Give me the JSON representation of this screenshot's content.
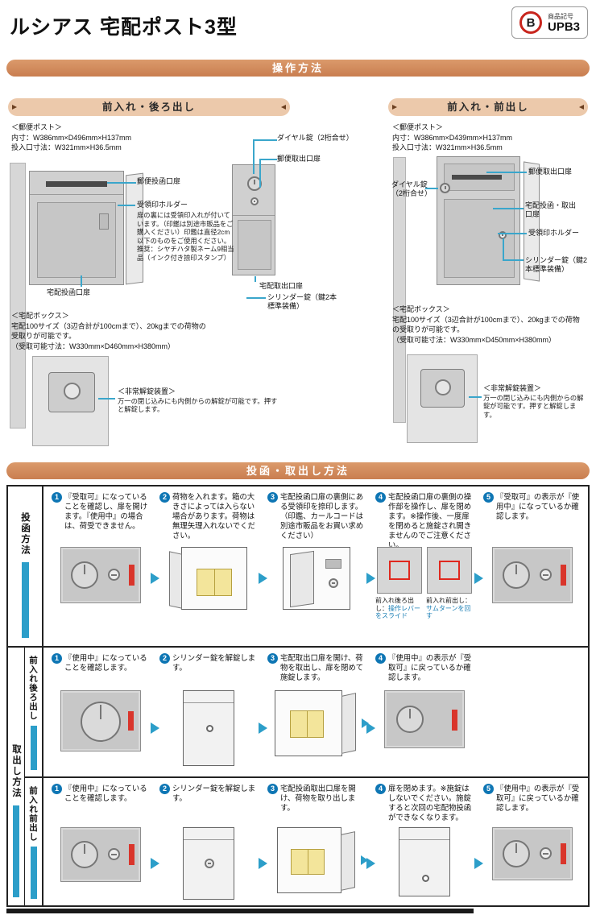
{
  "colors": {
    "accent_orange": "#CE8655",
    "header_peach": "#ECC9AB",
    "accent_blue": "#2C9EC9",
    "number_blue": "#0E76B4",
    "status_red": "#D9352B",
    "package_yellow": "#F3E59B",
    "logo_red": "#C8251D"
  },
  "header": {
    "title": "ルシアス 宅配ポスト3型",
    "badge_label": "商品記号",
    "badge_code": "UPB3",
    "badge_logo": "B"
  },
  "bars": {
    "operation": "操作方法",
    "usage": "投函・取出し方法"
  },
  "left": {
    "title": "前入れ・後ろ出し",
    "post_title": "＜郵便ポスト＞",
    "post_inner": "内寸：W386mm×D496mm×H137mm",
    "post_slot": "投入口寸法：W321mm×H36.5mm",
    "lbl_dial": "ダイヤル錠（2桁合せ）",
    "lbl_mail_out": "郵便取出口扉",
    "lbl_mail_in": "郵便投函口扉",
    "lbl_stamp": "受領印ホルダー",
    "stamp_note": "扉の裏には受領印入れが付いています。（印鑑は別途市販品をご購入ください）印鑑は直径2cm以下のものをご使用ください。推奨：シヤチハタ製ネーム9相当品（インク付き捺印スタンプ）",
    "lbl_delivery_in": "宅配投函口扉",
    "lbl_delivery_out": "宅配取出口扉",
    "lbl_cylinder": "シリンダー錠（鍵2本標準装備）",
    "box_title": "＜宅配ボックス＞",
    "box_text": "宅配100サイズ（3辺合計が100cmまで）、20kgまでの荷物の受取りが可能です。",
    "box_dims": "（受取可能寸法：W330mm×D460mm×H380mm）",
    "emg_title": "＜非常解錠装置＞",
    "emg_text": "万一の閉じ込みにも内側からの解錠が可能です。押すと解錠します。"
  },
  "right": {
    "title": "前入れ・前出し",
    "post_title": "＜郵便ポスト＞",
    "post_inner": "内寸：W386mm×D439mm×H137mm",
    "post_slot": "投入口寸法：W321mm×H36.5mm",
    "lbl_dial": "ダイヤル錠（2桁合せ）",
    "lbl_mail_out": "郵便取出口扉",
    "lbl_delivery": "宅配投函・取出口扉",
    "lbl_stamp": "受領印ホルダー",
    "lbl_cylinder": "シリンダー錠（鍵2本標準装備）",
    "box_title": "＜宅配ボックス＞",
    "box_text": "宅配100サイズ（3辺合計が100cmまで）、20kgまでの荷物の受取りが可能です。",
    "box_dims": "（受取可能寸法：W330mm×D450mm×H380mm）",
    "emg_title": "＜非常解錠装置＞",
    "emg_text": "万一の閉じ込みにも内側からの解錠が可能です。押すと解錠します。"
  },
  "table": {
    "nums": [
      "1",
      "2",
      "3",
      "4",
      "5"
    ],
    "side_post": "投函方法",
    "side_out": "取出し方法",
    "side_rear": "前入れ後ろ出し",
    "side_front": "前入れ前出し",
    "row1": {
      "s1": "『受取可』になっていることを確認し、扉を開けます。『使用中』の場合は、荷受できません。",
      "s2": "荷物を入れます。箱の大きさによっては入らない場合があります。荷物は無理矢理入れないでください。",
      "s3": "宅配投函口扉の裏側にある受領印を捺印します。（印鑑、カールコードは別途市販品をお買い求めください）",
      "s4": "宅配投函口扉の裏側の操作部を操作し、扉を閉めます。※操作後、一度扉を閉めると施錠され開きませんのでご注意ください。",
      "s5": "『受取可』の表示が『使用中』になっているか確認します。",
      "cap1_head": "前入れ後ろ出し：",
      "cap1_body": "操作レバーをスライド",
      "cap2_head": "前入れ前出し：",
      "cap2_body": "サムターンを回す"
    },
    "row2": {
      "s1": "『使用中』になっていることを確認します。",
      "s2": "シリンダー錠を解錠します。",
      "s3": "宅配取出口扉を開け、荷物を取出し、扉を閉めて施錠します。",
      "s4": "『使用中』の表示が『受取可』に戻っているか確認します。"
    },
    "row3": {
      "s1": "『使用中』になっていることを確認します。",
      "s2": "シリンダー錠を解錠します。",
      "s3": "宅配投函取出口扉を開け、荷物を取り出します。",
      "s4": "扉を閉めます。※施錠はしないでください。施錠すると次回の宅配物投函ができなくなります。",
      "s5": "『使用中』の表示が『受取可』に戻っているか確認します。"
    }
  }
}
